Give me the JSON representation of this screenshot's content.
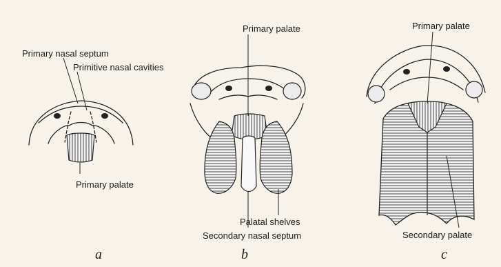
{
  "panels": [
    {
      "letter": "a",
      "labels": {
        "primary_nasal_septum": "Primary nasal septum",
        "primitive_nasal_cavities": "Primitive nasal cavities",
        "primary_palate": "Primary palate"
      }
    },
    {
      "letter": "b",
      "labels": {
        "primary_palate": "Primary palate",
        "palatal_shelves": "Palatal shelves",
        "secondary_nasal_septum": "Secondary nasal septum"
      }
    },
    {
      "letter": "c",
      "labels": {
        "primary_palate": "Primary palate",
        "secondary_palate": "Secondary palate"
      }
    }
  ],
  "colors": {
    "background": "#f7f3ea",
    "ink": "#222222",
    "hatch_fill": "#e9e9e9"
  }
}
